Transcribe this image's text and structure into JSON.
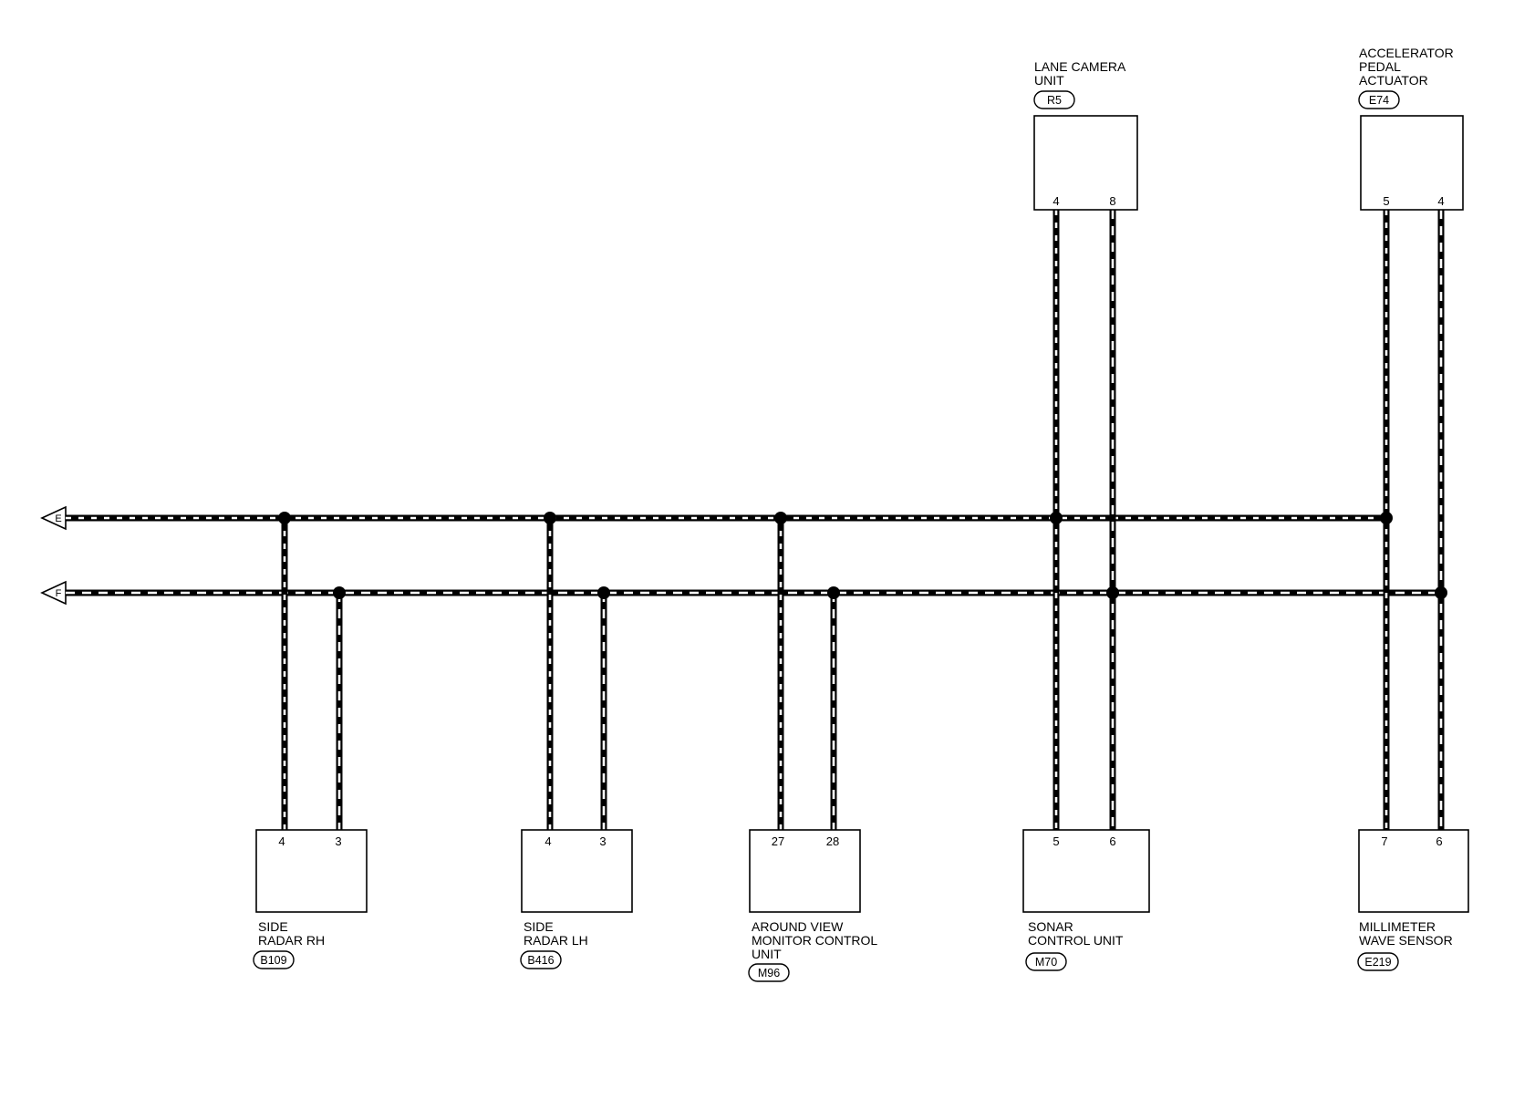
{
  "connectors": [
    {
      "letter": "E"
    },
    {
      "letter": "F"
    }
  ],
  "top_components": [
    {
      "lines": [
        "LANE CAMERA",
        "UNIT"
      ],
      "code": "R5",
      "pins": [
        "4",
        "8"
      ]
    },
    {
      "lines": [
        "ACCELERATOR",
        "PEDAL",
        "ACTUATOR"
      ],
      "code": "E74",
      "pins": [
        "5",
        "4"
      ]
    }
  ],
  "bottom_components": [
    {
      "lines": [
        "SIDE",
        "RADAR RH"
      ],
      "code": "B109",
      "pins": [
        "4",
        "3"
      ]
    },
    {
      "lines": [
        "SIDE",
        "RADAR LH"
      ],
      "code": "B416",
      "pins": [
        "4",
        "3"
      ]
    },
    {
      "lines": [
        "AROUND VIEW",
        "MONITOR CONTROL",
        "UNIT"
      ],
      "code": "M96",
      "pins": [
        "27",
        "28"
      ]
    },
    {
      "lines": [
        "SONAR",
        "CONTROL UNIT"
      ],
      "code": "M70",
      "pins": [
        "5",
        "6"
      ]
    },
    {
      "lines": [
        "MILLIMETER",
        "WAVE SENSOR"
      ],
      "code": "E219",
      "pins": [
        "7",
        "6"
      ]
    }
  ]
}
